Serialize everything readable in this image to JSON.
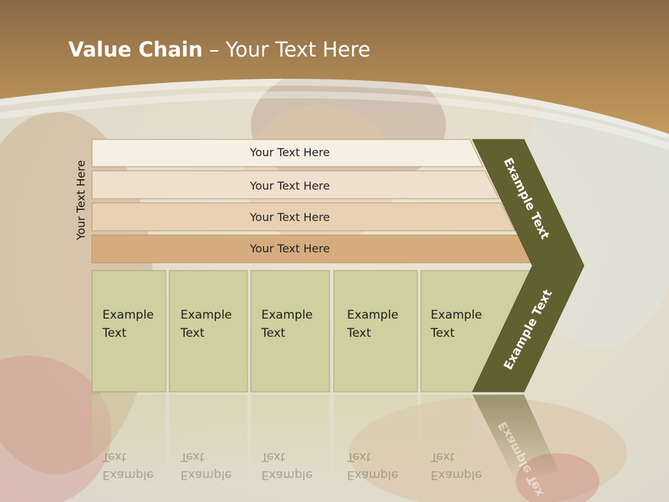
{
  "title": {
    "bold": "Value Chain",
    "rest": " – Your Text Here"
  },
  "side_label": "Your Text Here",
  "rows": [
    "Your Text Here",
    "Your Text Here",
    "Your Text Here",
    "Your Text Here"
  ],
  "cells": [
    {
      "line1": "Example",
      "line2": "Text"
    },
    {
      "line1": "Example",
      "line2": "Text"
    },
    {
      "line1": "Example",
      "line2": "Text"
    },
    {
      "line1": "Example",
      "line2": "Text"
    },
    {
      "line1": "Example",
      "line2": "Text"
    }
  ],
  "chevron": {
    "top": "Example Text",
    "bottom": "Example Text"
  },
  "colors": {
    "header_brown": "#b88a4f",
    "chevron_olive": "#61602f",
    "cell_fill": "#cfcf9f",
    "row_1": "#f7efe4",
    "row_2": "#efe0cd",
    "row_3": "#e8d1b2",
    "row_4": "#d6ac7e"
  }
}
